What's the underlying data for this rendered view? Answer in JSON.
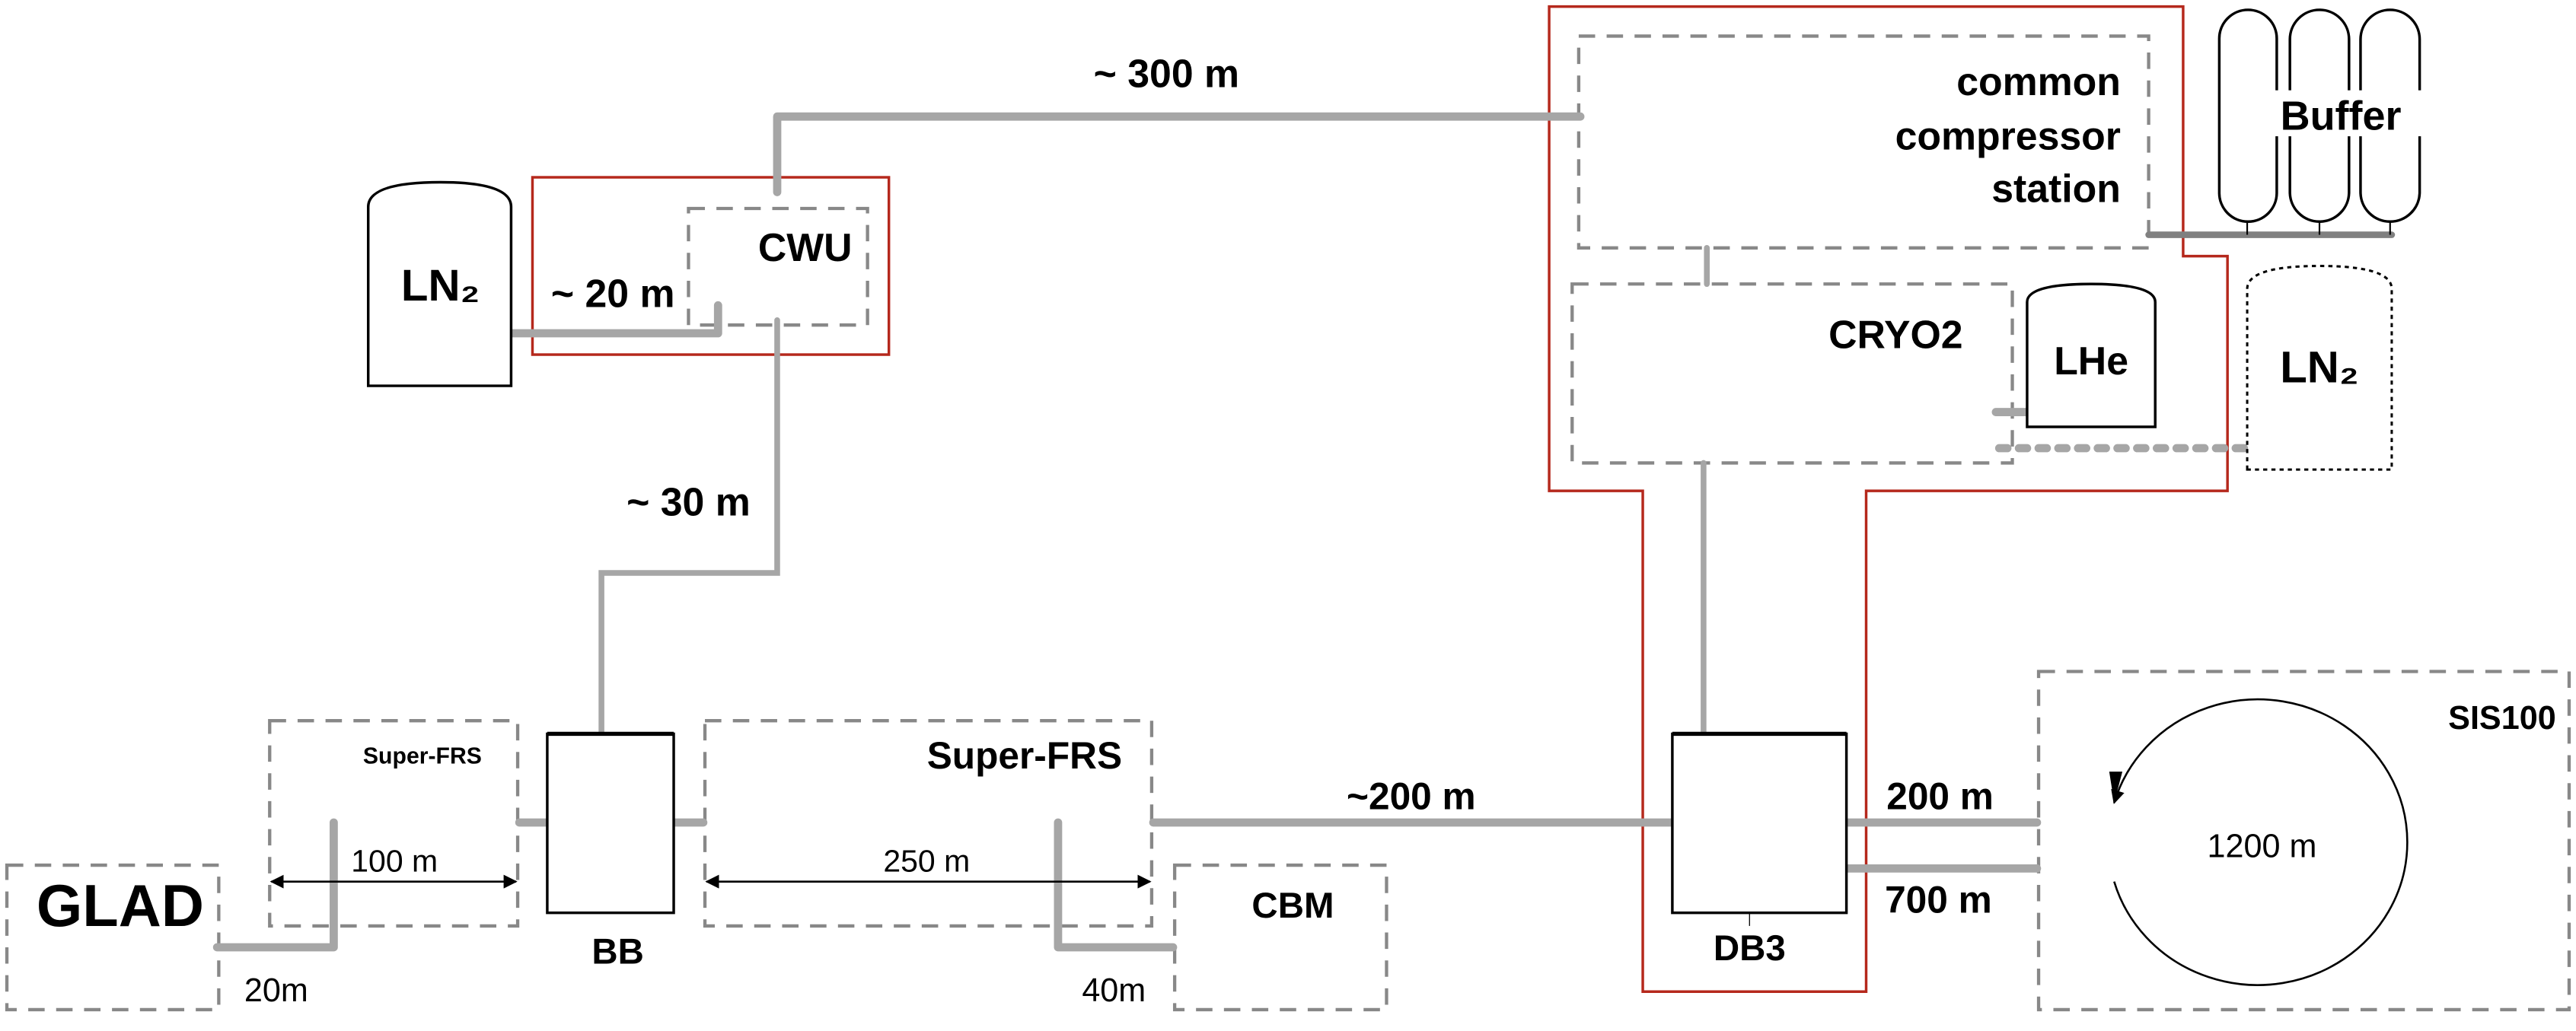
{
  "colors": {
    "pipe": "#a6a6a6",
    "buffer_header": "#808080",
    "dashed_boundary": "#888888",
    "red_boundary": "#b5281c",
    "outline": "#000000"
  },
  "labels": {
    "ln2_left": "LN₂",
    "cwu": "CWU",
    "dist_20m_cwu": "~ 20 m",
    "dist_300m": "~ 300 m",
    "dist_30m": "~ 30 m",
    "compressor_line1": "common",
    "compressor_line2": "compressor",
    "compressor_line3": "station",
    "buffer": "Buffer",
    "cryo2": "CRYO2",
    "lhe": "LHe",
    "ln2_right": "LN₂",
    "super_frs_small": "Super-FRS",
    "super_frs_large": "Super-FRS",
    "dist_100m": "100 m",
    "dist_250m": "250 m",
    "glad": "GLAD",
    "dist_20m_glad": "20m",
    "bb": "BB",
    "dist_40m": "40m",
    "cbm": "CBM",
    "dist_200m_approx": "~200 m",
    "db3": "DB3",
    "dist_200m": "200 m",
    "dist_700m": "700 m",
    "sis100": "SIS100",
    "ring_1200m": "1200 m"
  },
  "icons": {
    "ln2_tank": "storage-tank",
    "lhe_tank": "storage-tank",
    "buffer_tanks": "pressure-vessel",
    "ring_arrows": "circular-arrow"
  }
}
